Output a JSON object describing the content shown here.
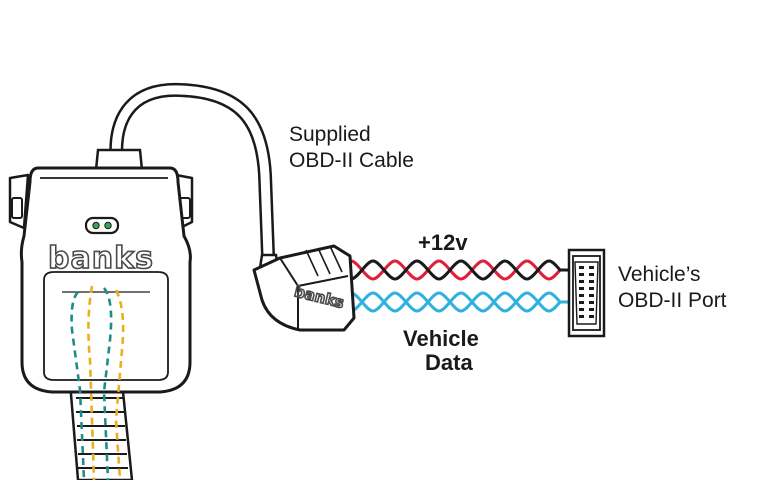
{
  "labels": {
    "cable_line1": "Supplied",
    "cable_line2": "OBD-II Cable",
    "port_line1": "Vehicle’s",
    "port_line2": "OBD-II Port",
    "power": "+12v",
    "data_line1": "Vehicle",
    "data_line2": "Data"
  },
  "branding": {
    "device_logo": "banks",
    "connector_logo": "banks"
  },
  "colors": {
    "power_wire": "#e0203a",
    "ground_wire": "#1a1a1a",
    "data_wire": "#2fb3de",
    "harness_teal": "#1f8c8c",
    "harness_yellow": "#e8b020",
    "led": "#3aa655"
  }
}
